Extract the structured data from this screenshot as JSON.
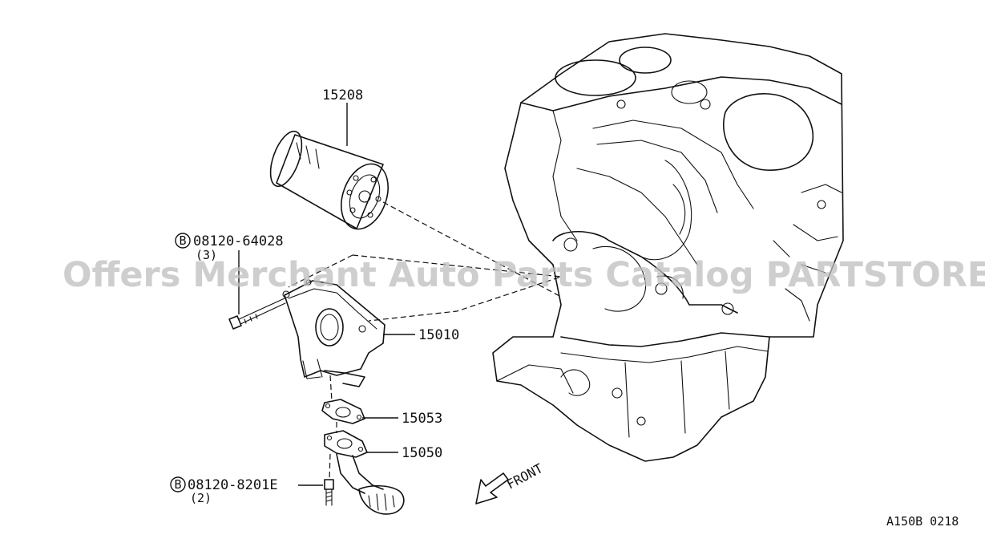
{
  "watermark": "Offers Merchant Auto Parts Catalog PARTSTORE.SA",
  "parts": {
    "oil_filter": "15208",
    "oil_pump": "15010",
    "gasket": "15053",
    "strainer": "15050"
  },
  "bolts": {
    "pump_bolt": {
      "symbol": "B",
      "number": "08120-64028",
      "qty": "(3)"
    },
    "strainer_bolt": {
      "symbol": "B",
      "number": "08120-8201E",
      "qty": "(2)"
    }
  },
  "front_label": "FRONT",
  "diagram_code": "A150B 0218"
}
